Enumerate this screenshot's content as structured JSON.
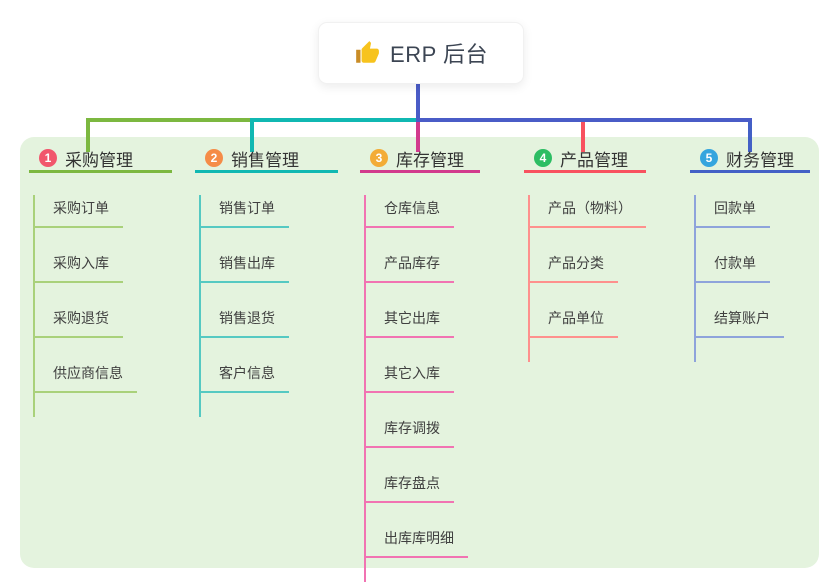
{
  "root": {
    "title": "ERP 后台",
    "icon": "thumbs-up-icon"
  },
  "branches": [
    {
      "index": "1",
      "label": "采购管理",
      "badge_color": "#F1566C",
      "line_color": "#7CB840",
      "item_line_color": "#A9D17A",
      "items": [
        "采购订单",
        "采购入库",
        "采购退货",
        "供应商信息"
      ]
    },
    {
      "index": "2",
      "label": "销售管理",
      "badge_color": "#F58C47",
      "line_color": "#10B8B2",
      "item_line_color": "#55C9C2",
      "items": [
        "销售订单",
        "销售出库",
        "销售退货",
        "客户信息"
      ]
    },
    {
      "index": "3",
      "label": "库存管理",
      "badge_color": "#F3AC36",
      "line_color": "#D23A8D",
      "item_line_color": "#F173B2",
      "items": [
        "仓库信息",
        "产品库存",
        "其它出库",
        "其它入库",
        "库存调拨",
        "库存盘点",
        "出库库明细"
      ]
    },
    {
      "index": "4",
      "label": "产品管理",
      "badge_color": "#2CBD63",
      "line_color": "#F8515F",
      "item_line_color": "#FE908D",
      "items": [
        "产品（物料）",
        "产品分类",
        "产品单位"
      ]
    },
    {
      "index": "5",
      "label": "财务管理",
      "badge_color": "#35A5DE",
      "line_color": "#4360C6",
      "item_line_color": "#8EA3DB",
      "items": [
        "回款单",
        "付款单",
        "结算账户"
      ]
    }
  ],
  "colors": {
    "panel_bg": "#E4F3DE",
    "card_bg": "#FFFFFF",
    "trunk_blue": "#4A5CC7",
    "title_text": "#3C4553",
    "branch_text": "#333333",
    "item_text": "#404040",
    "thumb_hand": "#F7C31D",
    "thumb_cuff": "#C98C26"
  }
}
